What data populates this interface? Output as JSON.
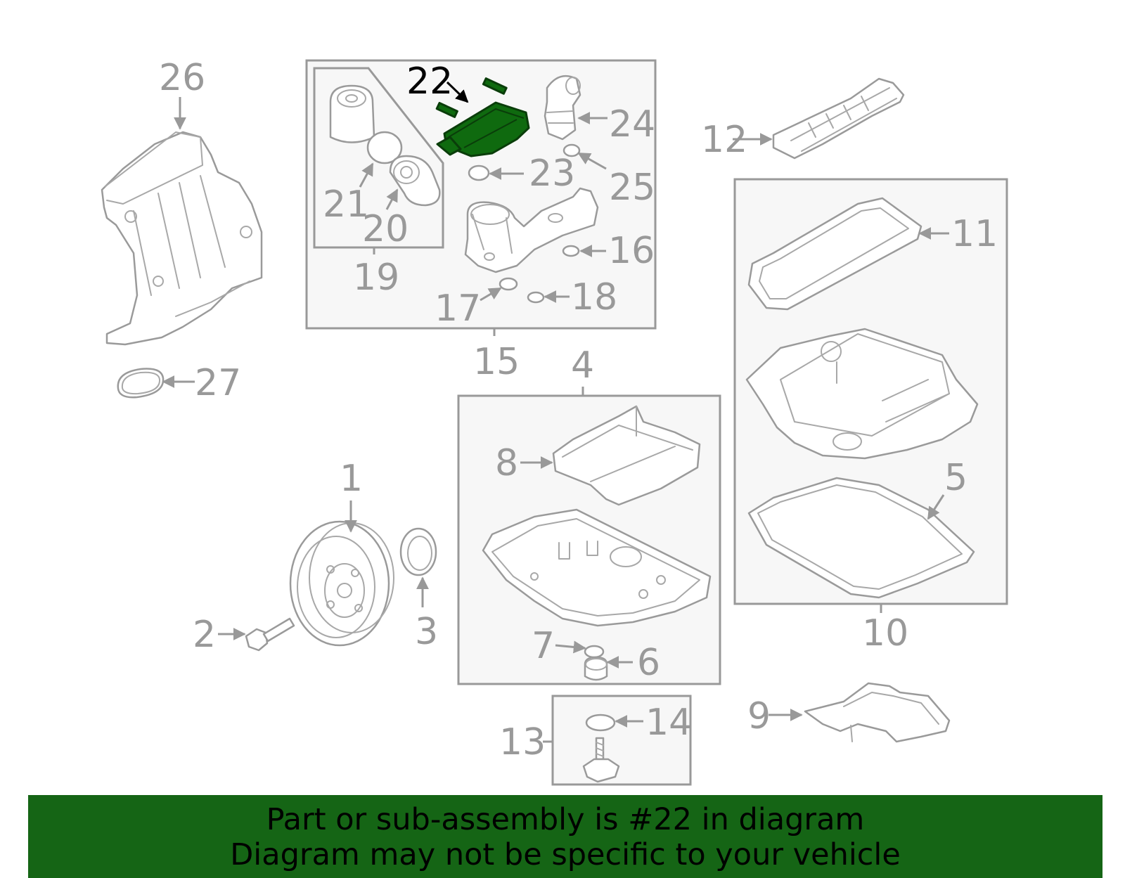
{
  "colors": {
    "highlight": "#156515",
    "outline": "#999999",
    "callout_active": "#000000"
  },
  "callouts": {
    "c1": "1",
    "c2": "2",
    "c3": "3",
    "c4": "4",
    "c5": "5",
    "c6": "6",
    "c7": "7",
    "c8": "8",
    "c9": "9",
    "c10": "10",
    "c11": "11",
    "c12": "12",
    "c13": "13",
    "c14": "14",
    "c15": "15",
    "c16": "16",
    "c17": "17",
    "c18": "18",
    "c19": "19",
    "c20": "20",
    "c21": "21",
    "c22": "22",
    "c23": "23",
    "c24": "24",
    "c25": "25",
    "c26": "26",
    "c27": "27"
  },
  "highlighted_part": "22",
  "banner": {
    "line1": "Part or sub-assembly is #22 in diagram",
    "line2": "Diagram may not be specific to your vehicle"
  }
}
